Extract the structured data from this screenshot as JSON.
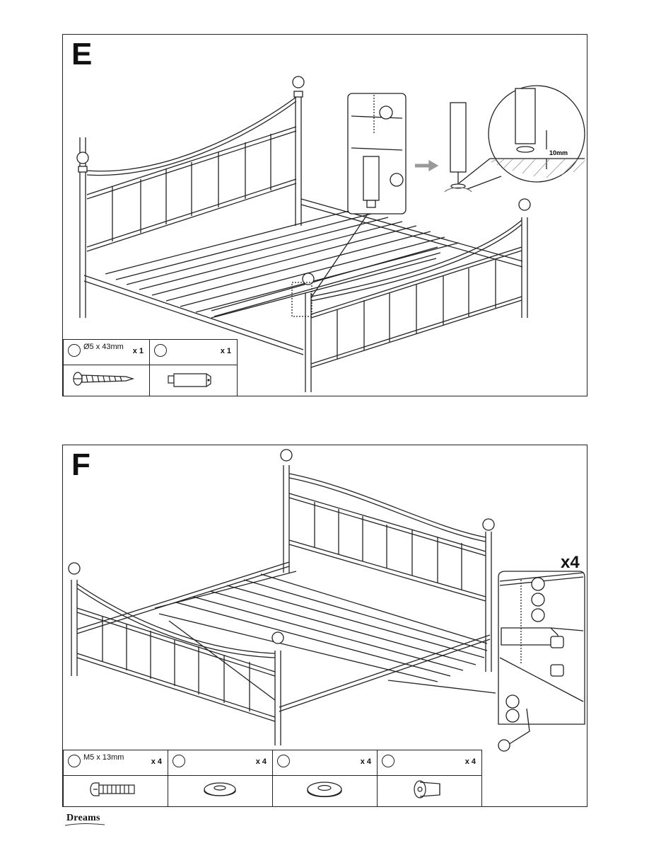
{
  "steps": [
    {
      "letter": "E",
      "detail_label": "10mm",
      "parts": [
        {
          "spec": "Ø5 x 43mm",
          "qty": "x 1",
          "icon": "screw-icon"
        },
        {
          "spec": "",
          "qty": "x 1",
          "icon": "foot-leg-icon"
        }
      ]
    },
    {
      "letter": "F",
      "detail_multiplier": "x4",
      "parts": [
        {
          "spec": "M5 x 13mm",
          "qty": "x 4",
          "icon": "bolt-icon"
        },
        {
          "spec": "",
          "qty": "x 4",
          "icon": "spring-washer-icon"
        },
        {
          "spec": "",
          "qty": "x 4",
          "icon": "flat-washer-icon"
        },
        {
          "spec": "",
          "qty": "x 4",
          "icon": "barrel-nut-icon"
        }
      ]
    }
  ],
  "brand": {
    "logo_text": "Dreams"
  }
}
